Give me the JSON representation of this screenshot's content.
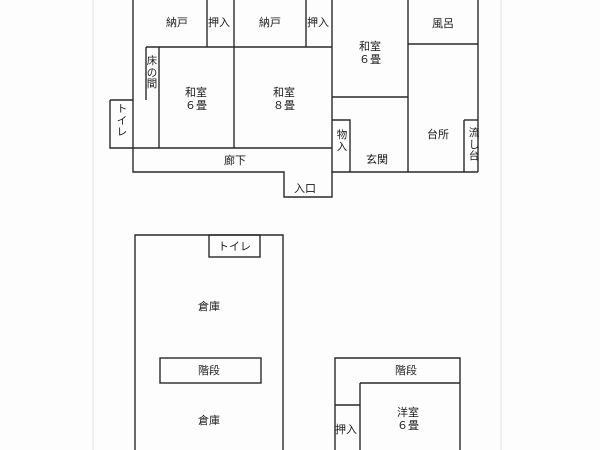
{
  "floor1": {
    "nando_left": "納戸",
    "oshiire_top": "押入",
    "nando_center": "納戸",
    "oshiire_right": "押入",
    "washitsu6_top": [
      "和室",
      "６畳"
    ],
    "furo": "風呂",
    "tokonoma": "床の間",
    "washitsu6": [
      "和室",
      "６畳"
    ],
    "washitsu8": [
      "和室",
      "８畳"
    ],
    "toilet": "トイレ",
    "monoire": "物入",
    "genkan": "玄関",
    "daidokoro": "台所",
    "nagashidai": "流し台",
    "rouka": "廊下",
    "iriguchi": "入口"
  },
  "floor2": {
    "toilet": "トイレ",
    "souko_upper": "倉庫",
    "kaidan_left": "階段",
    "souko_lower": "倉庫",
    "kaidan_right": "階段",
    "oshiire": "押入",
    "youshitsu": [
      "洋室",
      "６畳"
    ]
  }
}
